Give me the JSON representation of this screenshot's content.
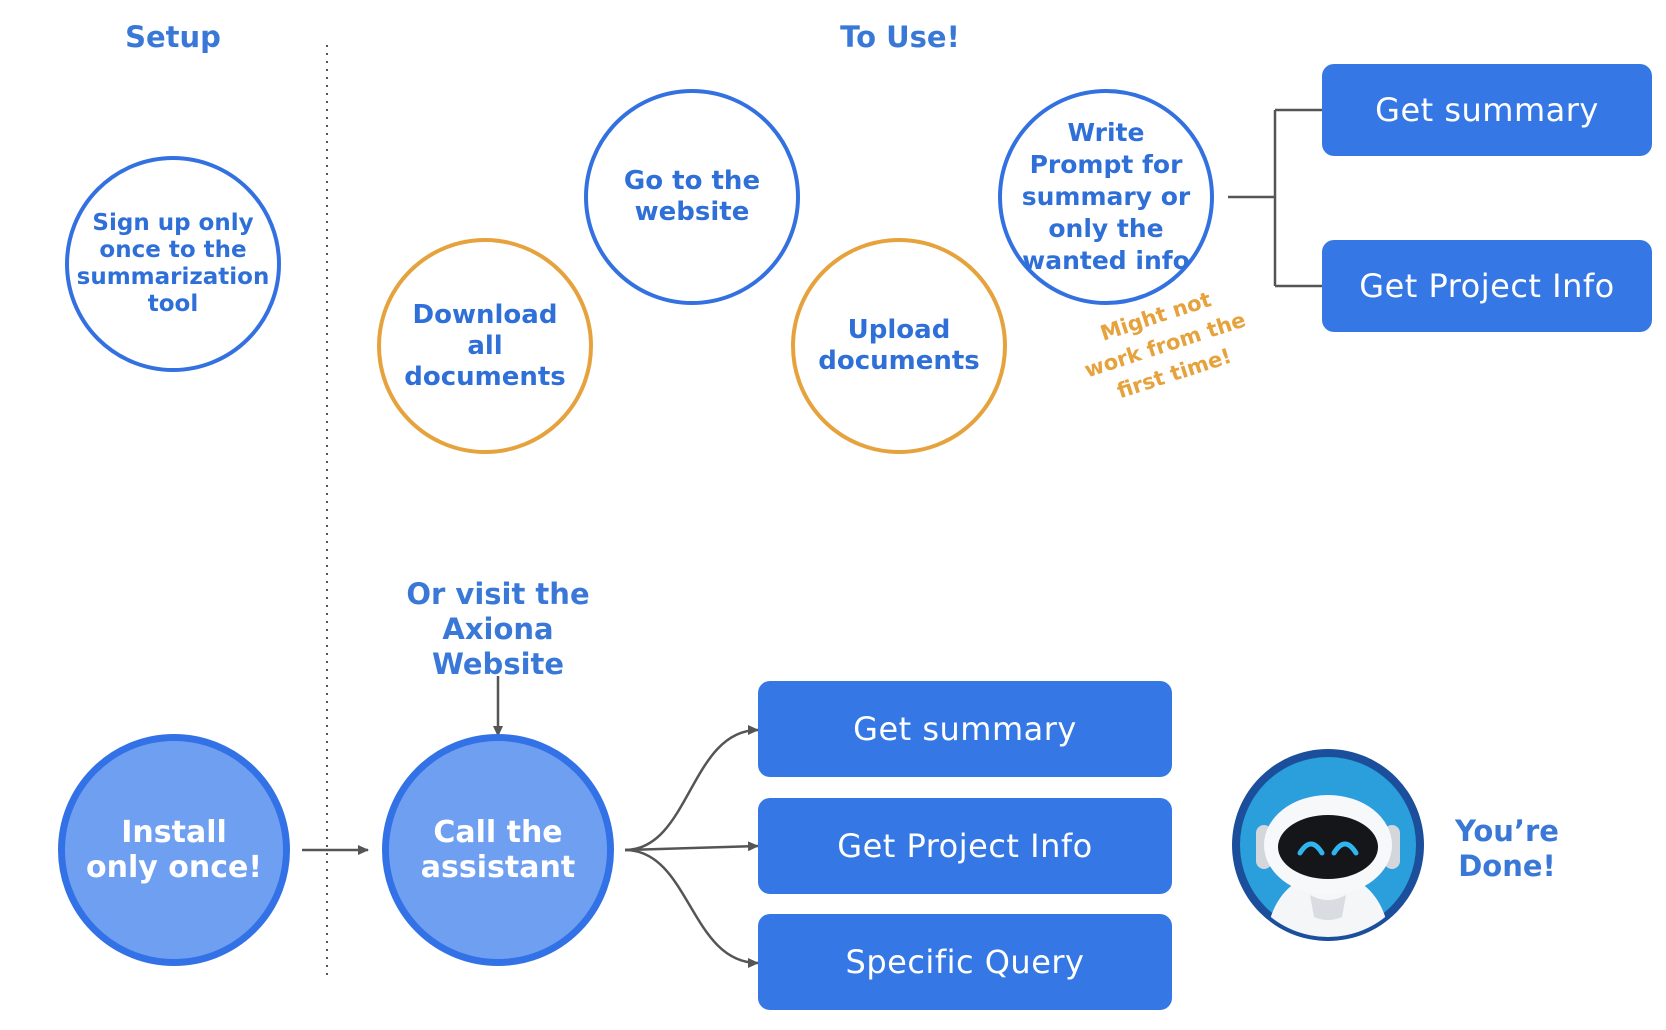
{
  "headings": {
    "setup": "Setup",
    "to_use": "To Use!"
  },
  "top_flow": {
    "sign_up": "Sign up only once to the summarization tool",
    "download": "Download all documents",
    "go_website": "Go to the website",
    "upload": "Upload documents",
    "write_prompt": "Write Prompt for summary or only the wanted info",
    "note": "Might not work from the first time!",
    "buttons": {
      "summary": "Get summary",
      "project_info": "Get Project Info"
    }
  },
  "bottom_flow": {
    "install": "Install only once!",
    "visit_axiona": "Or visit the Axiona Website",
    "call_assistant": "Call the assistant",
    "buttons": {
      "summary": "Get summary",
      "project_info": "Get Project Info",
      "query": "Specific Query"
    },
    "done": "You’re Done!"
  },
  "colors": {
    "blue_outline": "#3471e0",
    "orange_outline": "#e6a23c",
    "button_blue": "#3578e5",
    "filled_circle": "#6f9ff0",
    "text_blue": "#2f6fd8"
  },
  "icons": [
    "robot-assistant-icon"
  ]
}
